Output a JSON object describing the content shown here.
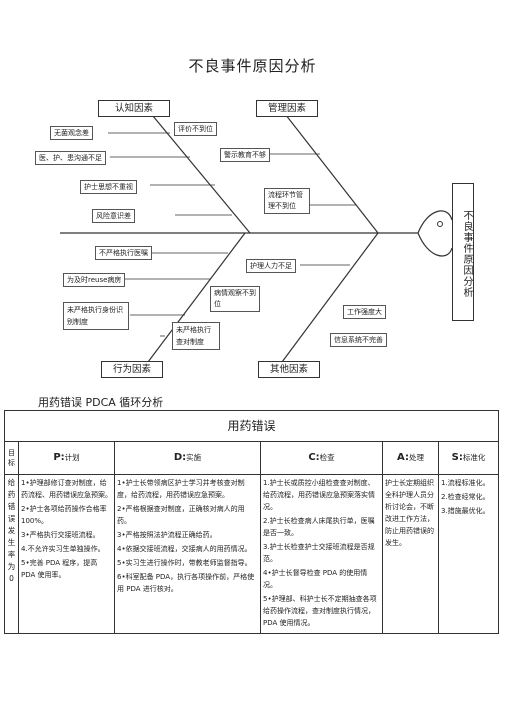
{
  "page_title": "不良事件原因分析",
  "fishbone": {
    "head_label": "不良事件原因分析",
    "categories": {
      "cognition": "认知因素",
      "management": "管理因素",
      "behavior": "行为因素",
      "other": "其他因素"
    },
    "causes": {
      "c1": "无菌观念差",
      "c2": "评价不到位",
      "c3": "医、护、患沟通不足",
      "c4": "警示教育不够",
      "c5": "护士思想不重视",
      "c6": "风险意识差",
      "c7": "流程环节管理不到位",
      "c8": "不严格执行医嘱",
      "c9": "为及时reuse病房",
      "c10": "护理人力不足",
      "c11": "未严格执行身份识别制度",
      "c12": "病情观察不到位",
      "c13": "工作强度大",
      "c14": "未严格执行查对制度",
      "c15": "信息系统不完善"
    }
  },
  "pdca_title": "用药错误 PDCA 循环分析",
  "table": {
    "caption": "用药错误",
    "headers": {
      "goal": "目标",
      "p_letter": "P:",
      "p_word": "计划",
      "d_letter": "D:",
      "d_word": "实施",
      "c_letter": "C:",
      "c_word": "检查",
      "a_letter": "A:",
      "a_word": "处理",
      "s_letter": "S:",
      "s_word": "标准化"
    },
    "goal": "给药错误发生率为0",
    "plan": [
      "1•护理部修订查对制度，给药流程、用药错误应急预案。",
      "2•护士各项给药操作合格率 100%。",
      "3•严格执行交接班流程。",
      "4.不允许实习生单独操作。",
      "5•完善 PDA 程序，提高 PDA 使用率。"
    ],
    "do": [
      "1•护士长带领病区护士学习并考核查对制度，给药流程，用药错误应急预案。",
      "2•严格根据查对制度，正确核对病人的用药。",
      "3•严格按照法护流程正确给药。",
      "4•依据交接班流程，交接病人的用药情况。",
      "5•实习生进行操作时，带教老师监督指导。",
      "6•科室配备 PDA，执行各项操作前，严格使用 PDA 进行核对。"
    ],
    "check": [
      "1.护士长或质控小组检查查对制度、给药流程，用药错误应急预案落实情况。",
      "2.护士长检查病人床尾执行单，医嘱是否一致。",
      "3.护士长检查护士交接班流程是否规范。",
      "4•护士长督导检查 PDA 的使用情况。",
      "5•护理部、科护士长不定期抽查各项给药操作流程，查对制度执行情况，PDA 使用情况。"
    ],
    "act": "护士长定期组织全科护理人员分析讨论会，不断改进工作方法，防止用药错误的发生。",
    "standardize": [
      "1.流程标准化。",
      "2.检查经常化。",
      "3.措施最优化。"
    ]
  }
}
